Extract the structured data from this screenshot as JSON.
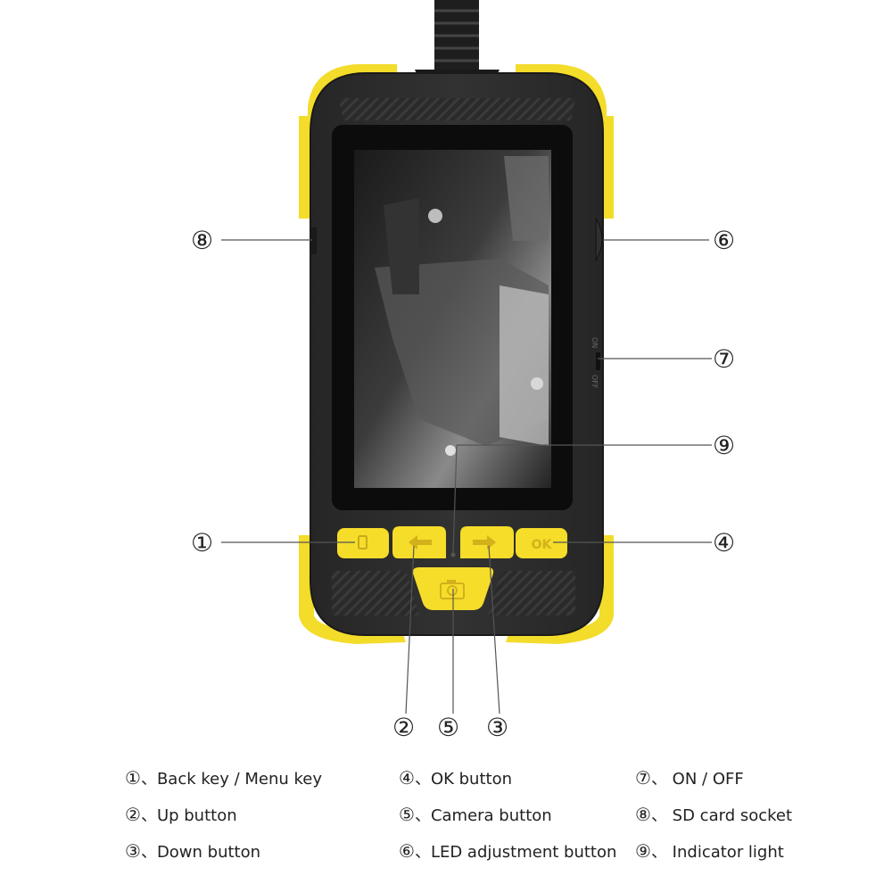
{
  "callouts": [
    "①",
    "②",
    "③",
    "④",
    "⑤",
    "⑥",
    "⑦",
    "⑧",
    "⑨"
  ],
  "switch_labels": {
    "on": "ON",
    "off": "OFF"
  },
  "button_glyphs": {
    "ok": "OK"
  },
  "legend": [
    {
      "num": "①",
      "sep": "、",
      "label": "Back key / Menu key"
    },
    {
      "num": "②",
      "sep": "、",
      "label": "Up button"
    },
    {
      "num": "③",
      "sep": "、",
      "label": "Down button"
    },
    {
      "num": "④",
      "sep": "、",
      "label": "OK button"
    },
    {
      "num": "⑤",
      "sep": "、",
      "label": "Camera button"
    },
    {
      "num": "⑥",
      "sep": "、",
      "label": "LED adjustment button"
    },
    {
      "num": "⑦",
      "sep": "、 ",
      "label": "ON / OFF"
    },
    {
      "num": "⑧",
      "sep": "、 ",
      "label": "SD card socket"
    },
    {
      "num": "⑨",
      "sep": "、 ",
      "label": "Indicator light"
    }
  ],
  "colors": {
    "body": "#2b2b2b",
    "bumper": "#f3dc2a",
    "button": "#f5dd2a",
    "screen_bezel": "#0c0c0c",
    "leader": "#555555"
  }
}
